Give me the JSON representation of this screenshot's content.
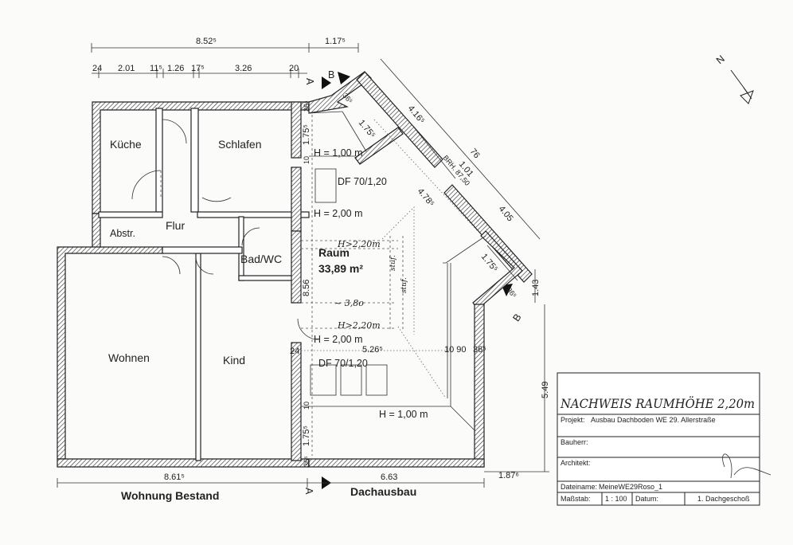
{
  "dimensions_top": {
    "total_left": "8.52⁵",
    "total_right": "1.17⁵",
    "d24": "24",
    "d201": "2.01",
    "d115": "11⁵",
    "d126": "1.26",
    "d175a": "17⁵",
    "d326": "3.26",
    "d20": "20"
  },
  "dimensions_diagonal": {
    "d416": "4.16⁵",
    "d175b": "1.75⁵",
    "d76": "76",
    "d101": "1.01",
    "brh": "BRH. 87,50",
    "d478": "4.78⁵",
    "d405": "4.05",
    "d175c": "1.75⁵",
    "d365a": "36⁵",
    "d365b": "36⁵"
  },
  "dimensions_right": {
    "d143": "1.43",
    "d549": "5.49",
    "d1876": "1.87⁶"
  },
  "dimensions_inner": {
    "d175_v1": "1.75⁵",
    "d10_v1": "10",
    "d856": "8.56",
    "d24_v": "24",
    "d5265": "5.26⁵",
    "d1090": "10 90",
    "d365c": "36⁵",
    "d10_v2": "10",
    "d175_v2": "1.75⁵",
    "d365d": "36⁵",
    "d365e": "36⁵",
    "d380": "~ 3,8o"
  },
  "dimensions_bottom": {
    "d861": "8.61⁵",
    "d663": "6.63"
  },
  "rooms": {
    "kueche": "Küche",
    "schlafen": "Schlafen",
    "abstr": "Abstr.",
    "flur": "Flur",
    "badwc": "Bad/WC",
    "wohnen": "Wohnen",
    "kind": "Kind",
    "raum": "Raum",
    "raum_area": "33,89 m²"
  },
  "annotations": {
    "h100_top": "H = 1,00 m",
    "df_top": "DF 70/1,20",
    "h200_top": "H = 2,00 m",
    "h220_top": "H>2,20m",
    "h220_bottom": "H>2,20m",
    "h200_bottom": "H = 2,00 m",
    "df_bottom": "DF 70/1,20",
    "h100_bottom": "H = 1,00 m",
    "stair_left": "stuf.",
    "stair_right": "stuf."
  },
  "section_marks": {
    "a_top": "A",
    "a_bottom": "A",
    "b_top": "B",
    "b_bottom": "B"
  },
  "north": "N",
  "captions": {
    "bestand": "Wohnung Bestand",
    "ausbau": "Dachausbau"
  },
  "title_block": {
    "handwritten_title": "NACHWEIS RAUMHÖHE 2,20m",
    "projekt_label": "Projekt:",
    "projekt_value": "Ausbau Dachboden WE 29. Allerstraße",
    "bauherr_label": "Bauherr:",
    "architekt_label": "Architekt:",
    "dateiname_label": "Dateiname:",
    "dateiname_value": "MeineWE29Roso_1",
    "massstab_label": "Maßstab:",
    "massstab_value": "1 : 100",
    "datum_label": "Datum:",
    "geschoss_value": "1. Dachgeschoß"
  },
  "colors": {
    "ink": "#222222",
    "paper": "#fbfbf9"
  }
}
